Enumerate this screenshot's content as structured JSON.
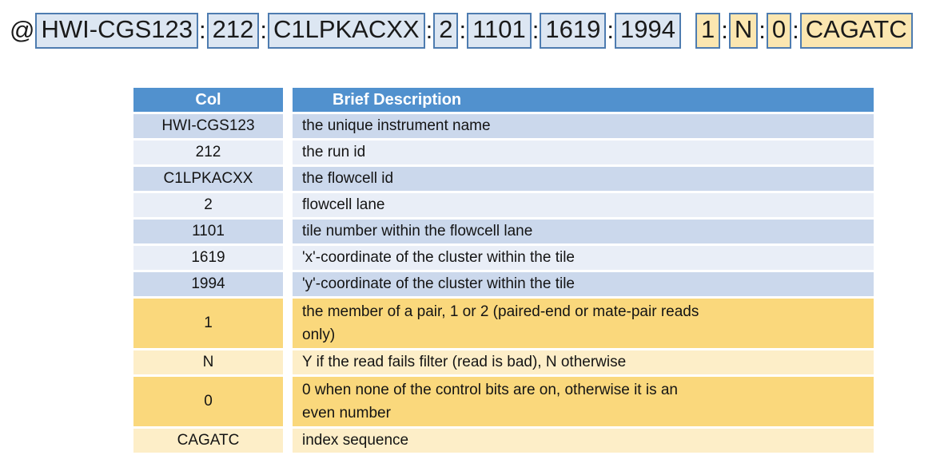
{
  "colors": {
    "table_header_bg": "#5191ce",
    "band_blue_dark": "#cbd8ec",
    "band_blue_light": "#e9eef7",
    "band_yellow_dark": "#fad87c",
    "band_yellow_light": "#fdeec8",
    "box_blue_fill": "#dce6f2",
    "box_yellow_fill": "#fbe6b0",
    "box_border": "#4e7cb0",
    "text": "#1a1a1a"
  },
  "sequence_header": {
    "prefix": "@",
    "colon": ":",
    "fields": [
      {
        "text": "HWI-CGS123",
        "style": "blue"
      },
      {
        "text": "212",
        "style": "blue"
      },
      {
        "text": "C1LPKACXX",
        "style": "blue"
      },
      {
        "text": "2",
        "style": "blue"
      },
      {
        "text": "1101",
        "style": "blue"
      },
      {
        "text": "1619",
        "style": "blue"
      },
      {
        "text": "1994",
        "style": "blue"
      },
      {
        "text": "1",
        "style": "yellow"
      },
      {
        "text": "N",
        "style": "yellow"
      },
      {
        "text": "0",
        "style": "yellow"
      },
      {
        "text": "CAGATC",
        "style": "yellow"
      }
    ]
  },
  "table": {
    "columns": [
      "Col",
      "Brief Description"
    ],
    "rows": [
      {
        "col": "HWI-CGS123",
        "desc": "the unique instrument name"
      },
      {
        "col": "212",
        "desc": "the run id"
      },
      {
        "col": "C1LPKACXX",
        "desc": "the flowcell id"
      },
      {
        "col": "2",
        "desc": "flowcell lane"
      },
      {
        "col": "1101",
        "desc": "tile number within the flowcell lane"
      },
      {
        "col": "1619",
        "desc": "'x'-coordinate of the cluster within the tile"
      },
      {
        "col": "1994",
        "desc": "'y'-coordinate of the cluster within the tile"
      },
      {
        "col": "1",
        "desc": "the member of a pair, 1 or 2 (paired-end or mate-pair reads\nonly)"
      },
      {
        "col": "N",
        "desc": "Y if the read fails filter (read is bad), N otherwise"
      },
      {
        "col": "0",
        "desc": "0 when none of the control bits are on, otherwise it is an\neven number"
      },
      {
        "col": "CAGATC",
        "desc": "index sequence"
      }
    ]
  }
}
